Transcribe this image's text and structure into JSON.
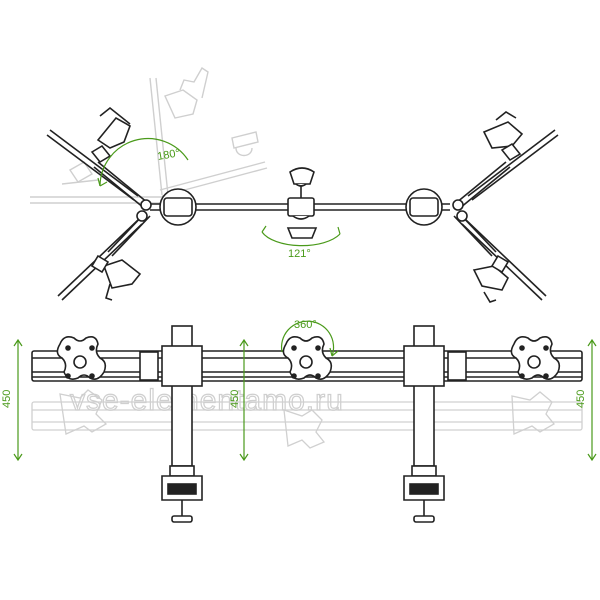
{
  "top_view": {
    "angle_left": "180°",
    "angle_center": "121°"
  },
  "front_view": {
    "rotation": "360°",
    "height_left": "450",
    "height_center": "450",
    "height_right": "450"
  },
  "watermark": "vse-elementamo.ru",
  "colors": {
    "line": "#222222",
    "ghost": "#cccccc",
    "accent": "#4a9a1a"
  }
}
